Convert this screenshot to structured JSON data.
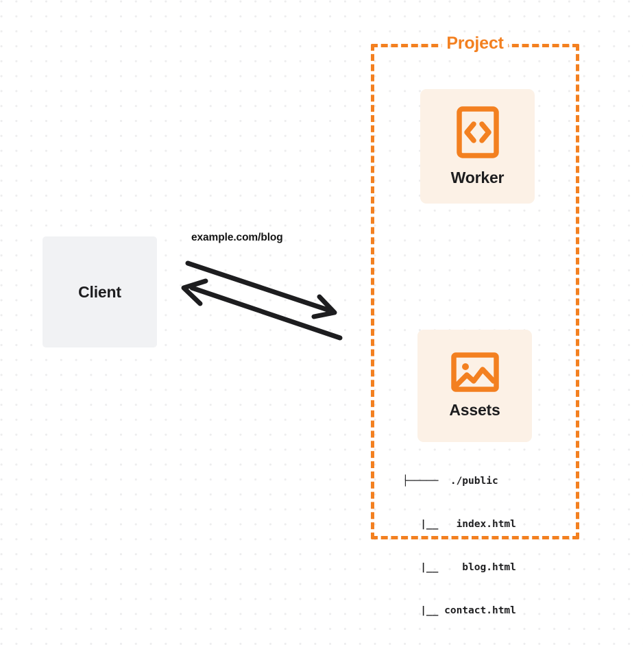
{
  "diagram": {
    "type": "architecture-flow",
    "accent_color": "#F38020",
    "node_bg_color": "#fcf1e6",
    "client_bg_color": "#f1f2f4",
    "text_color": "#1d1d1f",
    "background": "dotted-grid"
  },
  "client": {
    "label": "Client"
  },
  "edge": {
    "label": "example.com/blog",
    "request_direction": "client-to-project",
    "response_direction": "project-to-client"
  },
  "project": {
    "title": "Project",
    "border_style": "dashed",
    "nodes": [
      {
        "label": "Worker",
        "icon": "code-brackets-icon"
      },
      {
        "label": "Assets",
        "icon": "image-icon"
      }
    ]
  },
  "file_tree": {
    "rows": [
      {
        "branch": "├─────",
        "name": "  ./public"
      },
      {
        "branch": "   |__",
        "name": "   index.html"
      },
      {
        "branch": "   |__",
        "name": "    blog.html"
      },
      {
        "branch": "   |__",
        "name": " contact.html"
      }
    ]
  }
}
